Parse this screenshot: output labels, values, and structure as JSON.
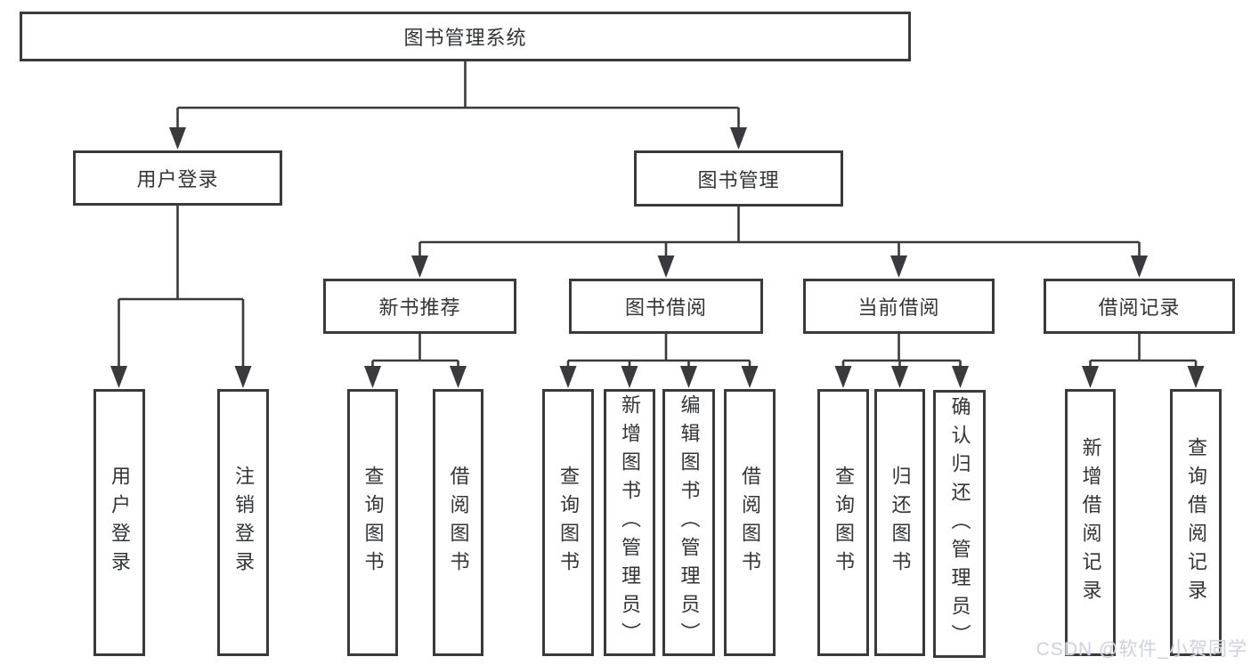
{
  "tree": {
    "root": "图书管理系统",
    "user_login": "用户登录",
    "book_mgmt": "图书管理",
    "login_children": {
      "login": "用户登录",
      "logout": "注销登录"
    },
    "mgmt_children": {
      "new_books": "新书推荐",
      "borrowing": "图书借阅",
      "current": "当前借阅",
      "records": "借阅记录"
    },
    "new_books_children": {
      "query": "查询图书",
      "borrow": "借阅图书"
    },
    "borrowing_children": {
      "query": "查询图书",
      "add": "新增图书（管理员）",
      "edit": "编辑图书（管理员）",
      "borrow": "借阅图书"
    },
    "current_children": {
      "query": "查询图书",
      "return": "归还图书",
      "confirm": "确认归还（管理员）"
    },
    "records_children": {
      "add": "新增借阅记录",
      "query": "查询借阅记录"
    }
  },
  "watermark": "CSDN @软件_小贺同学",
  "colors": {
    "line": "#3a3a3c",
    "text": "#333436",
    "watermark": "#d2d3de",
    "background": "#ffffff"
  }
}
